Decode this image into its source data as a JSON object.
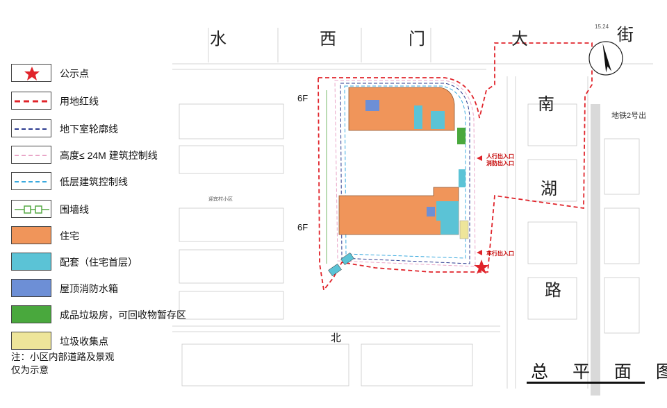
{
  "legend": {
    "items": [
      {
        "key": "public_point",
        "label": "公示点"
      },
      {
        "key": "red_line",
        "label": "用地红线"
      },
      {
        "key": "basement",
        "label": "地下室轮廓线"
      },
      {
        "key": "height_24",
        "label": "高度≤ 24M 建筑控制线"
      },
      {
        "key": "low_rise",
        "label": "低层建筑控制线"
      },
      {
        "key": "wall",
        "label": "围墙线"
      },
      {
        "key": "residential",
        "label": "住宅"
      },
      {
        "key": "supporting",
        "label": "配套（住宅首层）"
      },
      {
        "key": "water_tank",
        "label": "屋顶消防水箱"
      },
      {
        "key": "garbage_room",
        "label": "成品垃圾房，可回收物暂存区"
      },
      {
        "key": "collection",
        "label": "垃圾收集点"
      }
    ],
    "note_line1": "注：小区内部道路及景观",
    "note_line2": "仅为示意"
  },
  "colors": {
    "red_line": "#e0242b",
    "basement": "#2b3a8f",
    "height_24": "#e9a6c8",
    "low_rise": "#39a9de",
    "wall": "#55a844",
    "residential": "#f0955a",
    "supporting": "#5bc3d6",
    "water_tank": "#6d8fd6",
    "garbage_room": "#49a83d",
    "collection": "#eee59a",
    "star": "#e0242b"
  },
  "map": {
    "road_north_chars": [
      "水",
      "西",
      "门",
      "大",
      "街"
    ],
    "road_east_chars": [
      "南",
      "湖",
      "路"
    ],
    "north_label": "北",
    "floor_labels": [
      "6F",
      "6F"
    ],
    "left_neighborhood": "迎宾村小区",
    "metro_exit": "地铁2号出",
    "ped_entry": "人行出入口",
    "fire_entry": "消防出入口",
    "vehicle_entry": "车行出入口",
    "map_title": "总 平 面 图",
    "compass_value": "15.24"
  }
}
